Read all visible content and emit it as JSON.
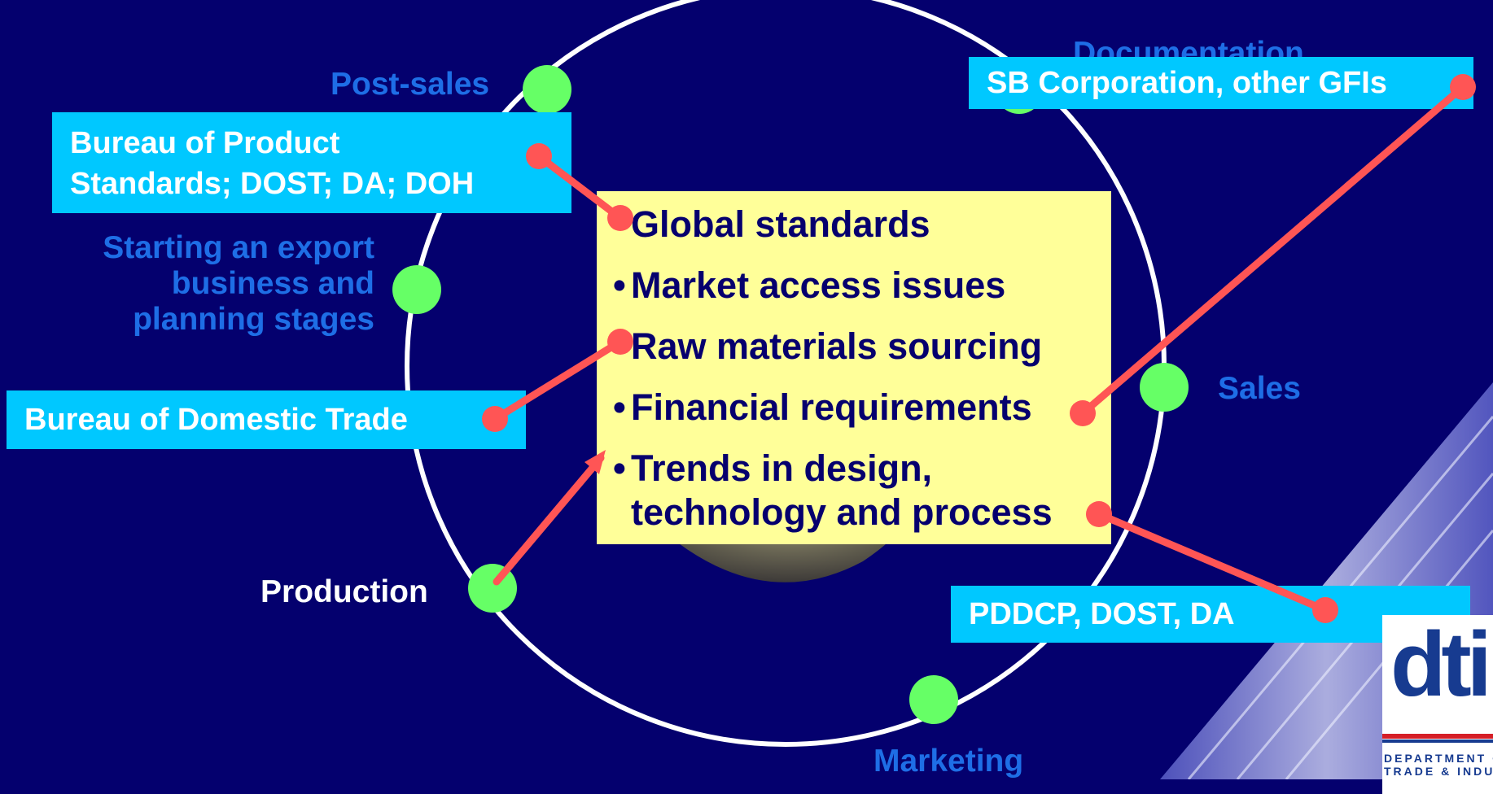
{
  "stages": {
    "documentation": "Documentation",
    "post_sales": "Post-sales",
    "starting": [
      "Starting an export",
      "business and",
      "planning stages"
    ],
    "sales": "Sales",
    "production": "Production",
    "marketing": "Marketing"
  },
  "agencies": {
    "bps": [
      "Bureau of Product",
      "Standards; DOST; DA; DOH"
    ],
    "sb": "SB Corporation, other GFIs",
    "bdt": "Bureau of Domestic Trade",
    "pddcp": "PDDCP, DOST, DA"
  },
  "center_items": [
    "Global standards",
    "Market access issues",
    "Raw materials sourcing",
    "Financial requirements",
    "Trends in design, technology and process"
  ],
  "logo": {
    "mark": "dti",
    "line1": "DEPARTMENT OF",
    "line2": "TRADE & INDUSTRY"
  },
  "colors": {
    "background": "#04006e",
    "stage_label": "#1e6ee6",
    "agency_box": "#00c8ff",
    "center_box": "#ffff99",
    "node": "#66ff66",
    "connector": "#ff5555"
  }
}
